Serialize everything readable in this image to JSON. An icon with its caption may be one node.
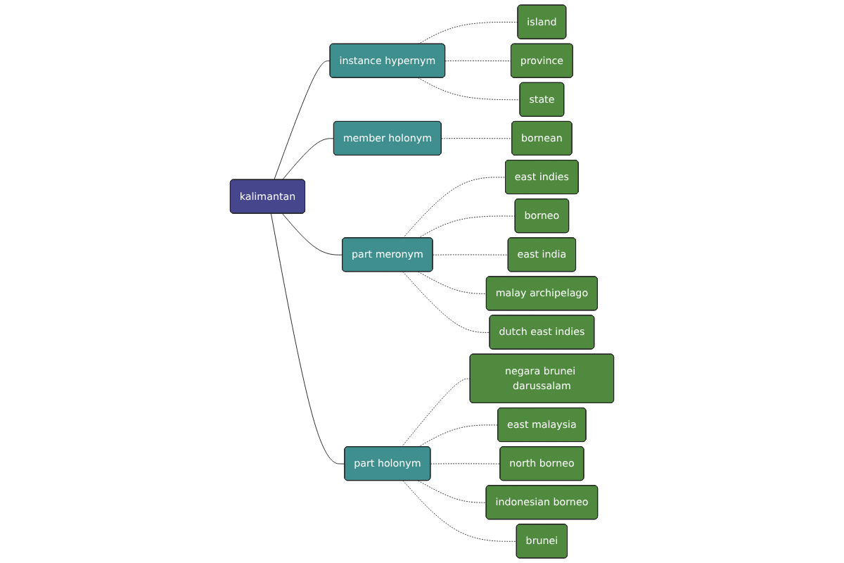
{
  "diagram": {
    "nodes": [
      {
        "text": [
          "island"
        ]
      },
      {
        "text": [
          "province"
        ]
      },
      {
        "text": [
          "bornean"
        ]
      },
      {
        "text": [
          "state"
        ]
      },
      {
        "text": [
          "instance hypernym"
        ]
      },
      {
        "text": [
          "member holonym"
        ]
      },
      {
        "text": [
          "east indies"
        ]
      },
      {
        "text": [
          "borneo"
        ]
      },
      {
        "text": [
          "kalimantan"
        ]
      },
      {
        "text": [
          "east india"
        ]
      },
      {
        "text": [
          "part meronym"
        ]
      },
      {
        "text": [
          "malay archipelago"
        ]
      },
      {
        "text": [
          "dutch east indies"
        ]
      },
      {
        "text": [
          "negara brunei darussalam"
        ]
      },
      {
        "text": [
          "part holonym"
        ]
      },
      {
        "text": [
          "east malaysia"
        ]
      },
      {
        "text": [
          "north borneo"
        ]
      },
      {
        "text": [
          "indonesian borneo"
        ]
      },
      {
        "text": [
          "brunei"
        ]
      }
    ],
    "edges": [
      {
        "from": 8,
        "to": 4,
        "arrow": "none"
      },
      {
        "from": 8,
        "to": 5,
        "arrow": "none"
      },
      {
        "from": 8,
        "to": 10,
        "arrow": "none"
      },
      {
        "from": 8,
        "to": 14,
        "arrow": "none"
      },
      {
        "from": 4,
        "to": 0,
        "arrow": "none",
        "style": "dashed"
      },
      {
        "from": 4,
        "to": 1,
        "arrow": "none",
        "style": "dashed"
      },
      {
        "from": 4,
        "to": 3,
        "arrow": "none",
        "style": "dashed"
      },
      {
        "from": 5,
        "to": 2,
        "arrow": "none",
        "style": "dashed"
      },
      {
        "from": 10,
        "to": 6,
        "arrow": "none",
        "style": "dashed"
      },
      {
        "from": 10,
        "to": 7,
        "arrow": "none",
        "style": "dashed"
      },
      {
        "from": 10,
        "to": 9,
        "arrow": "none",
        "style": "dashed"
      },
      {
        "from": 10,
        "to": 11,
        "arrow": "none",
        "style": "dashed"
      },
      {
        "from": 10,
        "to": 12,
        "arrow": "none",
        "style": "dashed"
      },
      {
        "from": 14,
        "to": 13,
        "arrow": "none",
        "style": "dashed"
      },
      {
        "from": 14,
        "to": 15,
        "arrow": "none",
        "style": "dashed"
      },
      {
        "from": 14,
        "to": 16,
        "arrow": "none",
        "style": "dashed"
      },
      {
        "from": 14,
        "to": 17,
        "arrow": "none",
        "style": "dashed"
      },
      {
        "from": 14,
        "to": 18,
        "arrow": "none",
        "style": "dashed"
      }
    ]
  }
}
